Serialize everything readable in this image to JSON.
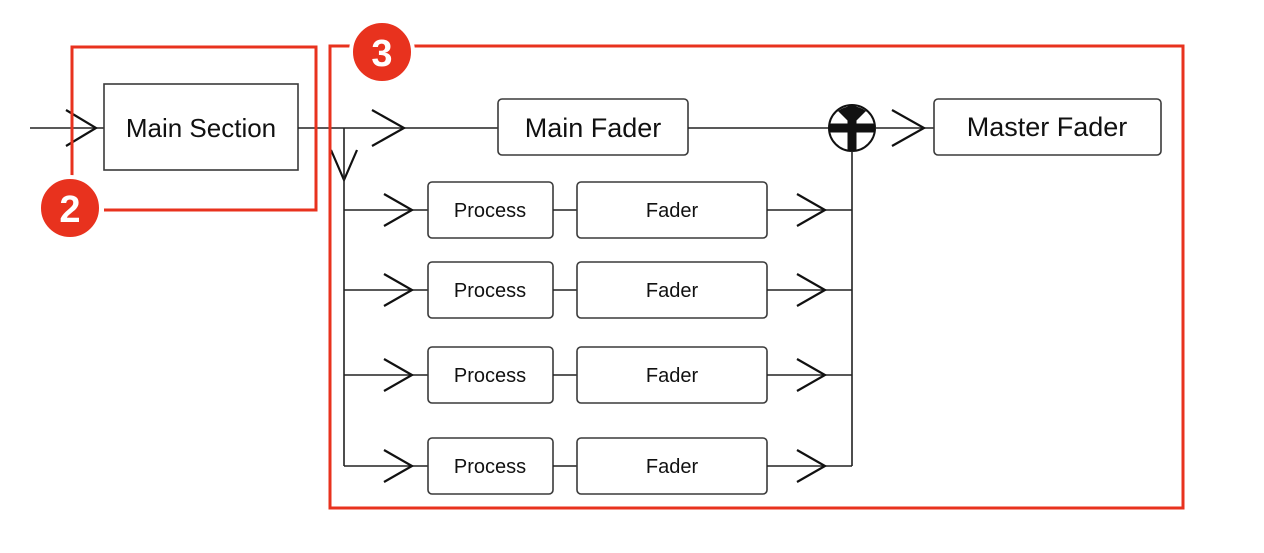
{
  "diagram": {
    "input_node": {
      "label": "Main Section"
    },
    "main_fader": {
      "label": "Main Fader"
    },
    "master_fader": {
      "label": "Master Fader"
    },
    "summing_junction": {
      "icon": "plus-circle-icon"
    },
    "branches": [
      {
        "process": "Process",
        "fader": "Fader"
      },
      {
        "process": "Process",
        "fader": "Fader"
      },
      {
        "process": "Process",
        "fader": "Fader"
      },
      {
        "process": "Process",
        "fader": "Fader"
      }
    ]
  },
  "annotations": {
    "accent_color": "#e8321e",
    "badge_2": {
      "number": "2"
    },
    "badge_3": {
      "number": "3"
    }
  }
}
